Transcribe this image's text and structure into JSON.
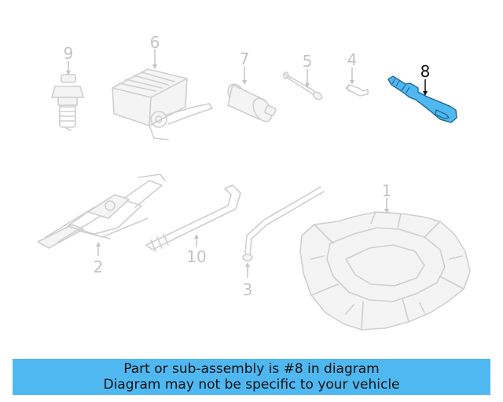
{
  "diagram": {
    "highlight_color": "#4fb8f1",
    "callouts": {
      "c9": "9",
      "c6": "6",
      "c7": "7",
      "c5": "5",
      "c4": "4",
      "c8": "8",
      "c1": "1",
      "c2": "2",
      "c10": "10",
      "c3": "3"
    },
    "highlighted_part": "8"
  },
  "banner": {
    "line1": "Part or sub-assembly is #8 in diagram",
    "line2": "Diagram may not be specific to your vehicle",
    "background": "#4fb8f1"
  }
}
